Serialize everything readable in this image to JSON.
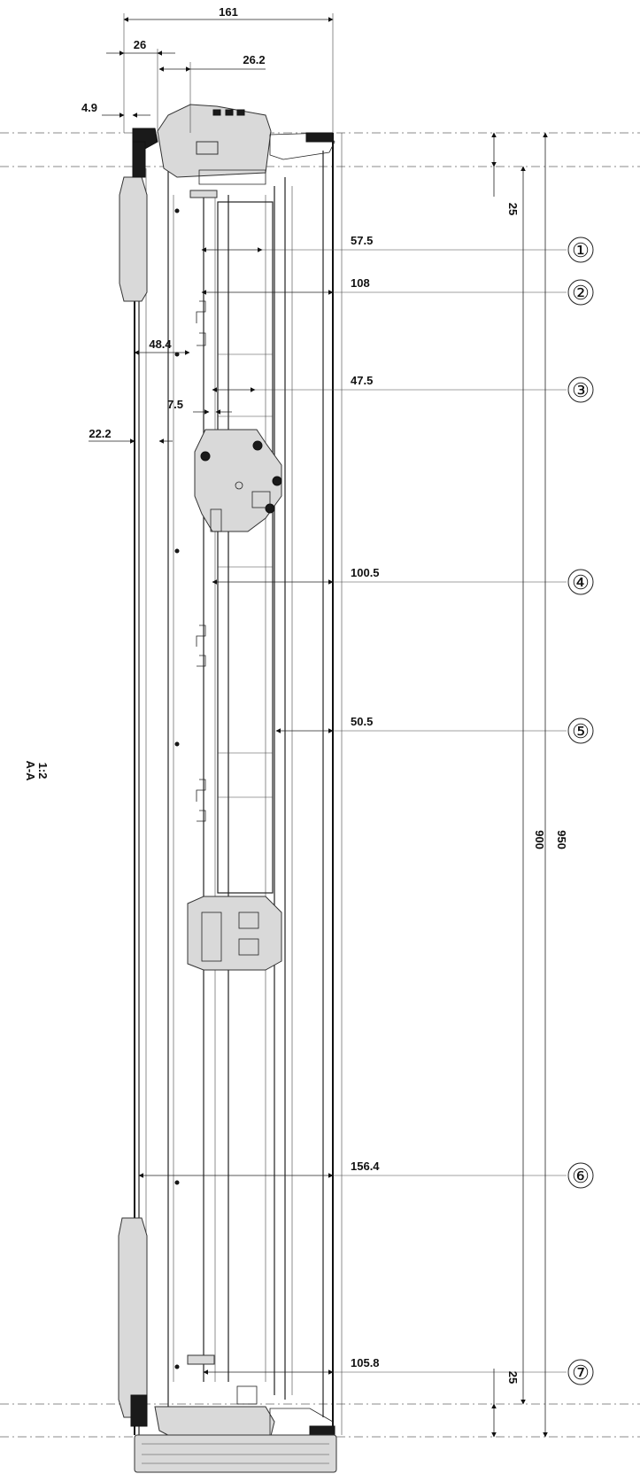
{
  "drawing": {
    "section_label": "A-A",
    "scale_label": "1:2",
    "top_dimensions": {
      "overall_width": "161",
      "left_offset": "26",
      "inner_offset": "26.2",
      "edge_offset": "4.9"
    },
    "left_dimensions": {
      "d_48_4": "48.4",
      "d_7_5": "7.5",
      "d_22_2": "22.2"
    },
    "horizontal_dimensions": [
      {
        "value": "57.5",
        "callout": "①"
      },
      {
        "value": "108",
        "callout": "②"
      },
      {
        "value": "47.5",
        "callout": "③"
      },
      {
        "value": "100.5",
        "callout": "④"
      },
      {
        "value": "50.5",
        "callout": "⑤"
      },
      {
        "value": "156.4",
        "callout": "⑥"
      },
      {
        "value": "105.8",
        "callout": "⑦"
      }
    ],
    "vertical_dimensions": {
      "top_margin": "25",
      "bottom_margin": "25",
      "inner_height": "900",
      "overall_height": "950"
    }
  }
}
